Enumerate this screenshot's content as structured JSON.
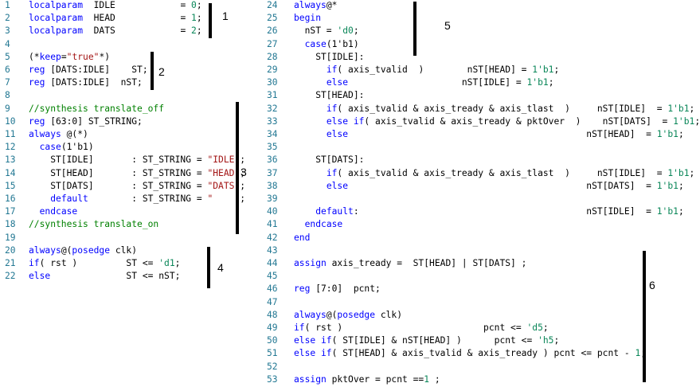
{
  "left": {
    "lines": [
      {
        "n": "1",
        "segs": [
          [
            "kw",
            "localparam"
          ],
          [
            "",
            "  IDLE"
          ],
          [
            "",
            "            = "
          ],
          [
            "num",
            "0"
          ],
          [
            "",
            ";"
          ]
        ]
      },
      {
        "n": "2",
        "segs": [
          [
            "kw",
            "localparam"
          ],
          [
            "",
            "  HEAD"
          ],
          [
            "",
            "            = "
          ],
          [
            "num",
            "1"
          ],
          [
            "",
            ";"
          ]
        ]
      },
      {
        "n": "3",
        "segs": [
          [
            "kw",
            "localparam"
          ],
          [
            "",
            "  DATS"
          ],
          [
            "",
            "            = "
          ],
          [
            "num",
            "2"
          ],
          [
            "",
            ";"
          ]
        ]
      },
      {
        "n": "4",
        "segs": []
      },
      {
        "n": "5",
        "segs": [
          [
            "",
            "(*"
          ],
          [
            "kw",
            "keep"
          ],
          [
            "",
            "="
          ],
          [
            "str",
            "\"true\""
          ],
          [
            "",
            "*)"
          ]
        ]
      },
      {
        "n": "6",
        "segs": [
          [
            "kw",
            "reg"
          ],
          [
            "",
            " [DATS:IDLE]    ST;"
          ]
        ]
      },
      {
        "n": "7",
        "segs": [
          [
            "kw",
            "reg"
          ],
          [
            "",
            " [DATS:IDLE]  nST;"
          ]
        ]
      },
      {
        "n": "8",
        "segs": []
      },
      {
        "n": "9",
        "segs": [
          [
            "cm",
            "//synthesis translate_off"
          ]
        ]
      },
      {
        "n": "10",
        "segs": [
          [
            "kw",
            "reg"
          ],
          [
            "",
            " [63:0] ST_STRING;"
          ]
        ]
      },
      {
        "n": "11",
        "segs": [
          [
            "kw",
            "always"
          ],
          [
            "",
            " @(*)"
          ]
        ]
      },
      {
        "n": "12",
        "segs": [
          [
            "",
            "  "
          ],
          [
            "kw",
            "case"
          ],
          [
            "",
            "(1'b1)"
          ]
        ]
      },
      {
        "n": "13",
        "segs": [
          [
            "",
            "    ST[IDLE]       : ST_STRING = "
          ],
          [
            "str",
            "\"IDLE\""
          ],
          [
            "",
            ";"
          ]
        ]
      },
      {
        "n": "14",
        "segs": [
          [
            "",
            "    ST[HEAD]       : ST_STRING = "
          ],
          [
            "str",
            "\"HEAD\""
          ],
          [
            "",
            ";"
          ]
        ]
      },
      {
        "n": "15",
        "segs": [
          [
            "",
            "    ST[DATS]       : ST_STRING = "
          ],
          [
            "str",
            "\"DATS\""
          ],
          [
            "",
            ";"
          ]
        ]
      },
      {
        "n": "16",
        "segs": [
          [
            "",
            "    "
          ],
          [
            "kw",
            "default"
          ],
          [
            "",
            "        : ST_STRING = "
          ],
          [
            "str",
            "\"    \""
          ],
          [
            "",
            ";"
          ]
        ]
      },
      {
        "n": "17",
        "segs": [
          [
            "",
            "  "
          ],
          [
            "kw",
            "endcase"
          ]
        ]
      },
      {
        "n": "18",
        "segs": [
          [
            "cm",
            "//synthesis translate_on"
          ]
        ]
      },
      {
        "n": "19",
        "segs": []
      },
      {
        "n": "20",
        "segs": [
          [
            "kw",
            "always"
          ],
          [
            "",
            "@("
          ],
          [
            "kw",
            "posedge"
          ],
          [
            "",
            " clk)"
          ]
        ]
      },
      {
        "n": "21",
        "segs": [
          [
            "kw",
            "if"
          ],
          [
            "",
            "( rst )         ST <= "
          ],
          [
            "num",
            "'d1"
          ],
          [
            "",
            ";"
          ]
        ]
      },
      {
        "n": "22",
        "segs": [
          [
            "kw",
            "else"
          ],
          [
            "",
            "              ST <= nST;"
          ]
        ]
      }
    ]
  },
  "right": {
    "lines": [
      {
        "n": "24",
        "segs": [
          [
            "kw",
            "always"
          ],
          [
            "",
            "@*"
          ]
        ]
      },
      {
        "n": "25",
        "segs": [
          [
            "kw",
            "begin"
          ]
        ]
      },
      {
        "n": "26",
        "segs": [
          [
            "",
            "  nST = "
          ],
          [
            "num",
            "'d0"
          ],
          [
            "",
            ";"
          ]
        ]
      },
      {
        "n": "27",
        "segs": [
          [
            "",
            "  "
          ],
          [
            "kw",
            "case"
          ],
          [
            "",
            "(1'b1)"
          ]
        ]
      },
      {
        "n": "28",
        "segs": [
          [
            "",
            "    ST[IDLE]:"
          ]
        ]
      },
      {
        "n": "29",
        "segs": [
          [
            "",
            "      "
          ],
          [
            "kw",
            "if"
          ],
          [
            "",
            "( axis_tvalid  )        nST[HEAD] = "
          ],
          [
            "num",
            "1'b1"
          ],
          [
            "",
            ";"
          ]
        ]
      },
      {
        "n": "30",
        "segs": [
          [
            "",
            "      "
          ],
          [
            "kw",
            "else"
          ],
          [
            "",
            "                     nST[IDLE] = "
          ],
          [
            "num",
            "1'b1"
          ],
          [
            "",
            ";"
          ]
        ]
      },
      {
        "n": "31",
        "segs": [
          [
            "",
            "    ST[HEAD]:"
          ]
        ]
      },
      {
        "n": "32",
        "segs": [
          [
            "",
            "      "
          ],
          [
            "kw",
            "if"
          ],
          [
            "",
            "( axis_tvalid & axis_tready & axis_tlast  )     nST[IDLE]  = "
          ],
          [
            "num",
            "1'b1"
          ],
          [
            "",
            ";"
          ]
        ]
      },
      {
        "n": "33",
        "segs": [
          [
            "",
            "      "
          ],
          [
            "kw",
            "else if"
          ],
          [
            "",
            "( axis_tvalid & axis_tready & pktOver  )    nST[DATS]  = "
          ],
          [
            "num",
            "1'b1"
          ],
          [
            "",
            ";"
          ]
        ]
      },
      {
        "n": "34",
        "segs": [
          [
            "",
            "      "
          ],
          [
            "kw",
            "else"
          ],
          [
            "",
            "                                            nST[HEAD]  = "
          ],
          [
            "num",
            "1'b1"
          ],
          [
            "",
            ";"
          ]
        ]
      },
      {
        "n": "35",
        "segs": []
      },
      {
        "n": "36",
        "segs": [
          [
            "",
            "    ST[DATS]:"
          ]
        ]
      },
      {
        "n": "37",
        "segs": [
          [
            "",
            "      "
          ],
          [
            "kw",
            "if"
          ],
          [
            "",
            "( axis_tvalid & axis_tready & axis_tlast  )     nST[IDLE]  = "
          ],
          [
            "num",
            "1'b1"
          ],
          [
            "",
            ";"
          ]
        ]
      },
      {
        "n": "38",
        "segs": [
          [
            "",
            "      "
          ],
          [
            "kw",
            "else"
          ],
          [
            "",
            "                                            nST[DATS]  = "
          ],
          [
            "num",
            "1'b1"
          ],
          [
            "",
            ";"
          ]
        ]
      },
      {
        "n": "39",
        "segs": []
      },
      {
        "n": "40",
        "segs": [
          [
            "",
            "    "
          ],
          [
            "kw",
            "default"
          ],
          [
            "",
            ":"
          ],
          [
            "",
            "                                          nST[IDLE]  = "
          ],
          [
            "num",
            "1'b1"
          ],
          [
            "",
            ";"
          ]
        ]
      },
      {
        "n": "41",
        "segs": [
          [
            "",
            "  "
          ],
          [
            "kw",
            "endcase"
          ]
        ]
      },
      {
        "n": "42",
        "segs": [
          [
            "kw",
            "end"
          ]
        ]
      },
      {
        "n": "43",
        "segs": []
      },
      {
        "n": "44",
        "segs": [
          [
            "kw",
            "assign"
          ],
          [
            "",
            " axis_tready =  ST[HEAD] | ST[DATS] ;"
          ]
        ]
      },
      {
        "n": "45",
        "segs": []
      },
      {
        "n": "46",
        "segs": [
          [
            "kw",
            "reg"
          ],
          [
            "",
            " [7:0]  pcnt;"
          ]
        ]
      },
      {
        "n": "47",
        "segs": []
      },
      {
        "n": "48",
        "segs": [
          [
            "kw",
            "always"
          ],
          [
            "",
            "@("
          ],
          [
            "kw",
            "posedge"
          ],
          [
            "",
            " clk)"
          ]
        ]
      },
      {
        "n": "49",
        "segs": [
          [
            "kw",
            "if"
          ],
          [
            "",
            "( rst )                          pcnt <= "
          ],
          [
            "num",
            "'d5"
          ],
          [
            "",
            ";"
          ]
        ]
      },
      {
        "n": "50",
        "segs": [
          [
            "kw",
            "else if"
          ],
          [
            "",
            "( ST[IDLE] & nST[HEAD] )      pcnt <= "
          ],
          [
            "num",
            "'h5"
          ],
          [
            "",
            ";"
          ]
        ]
      },
      {
        "n": "51",
        "segs": [
          [
            "kw",
            "else if"
          ],
          [
            "",
            "( ST[HEAD] & axis_tvalid & axis_tready ) pcnt <= pcnt - "
          ],
          [
            "num",
            "1"
          ],
          [
            "",
            ";"
          ]
        ]
      },
      {
        "n": "52",
        "segs": []
      },
      {
        "n": "53",
        "segs": [
          [
            "kw",
            "assign"
          ],
          [
            "",
            " pktOver = pcnt =="
          ],
          [
            "num",
            "1"
          ],
          [
            "",
            " ;"
          ]
        ]
      }
    ]
  },
  "sections": [
    "1",
    "2",
    "3",
    "4",
    "5",
    "6"
  ]
}
